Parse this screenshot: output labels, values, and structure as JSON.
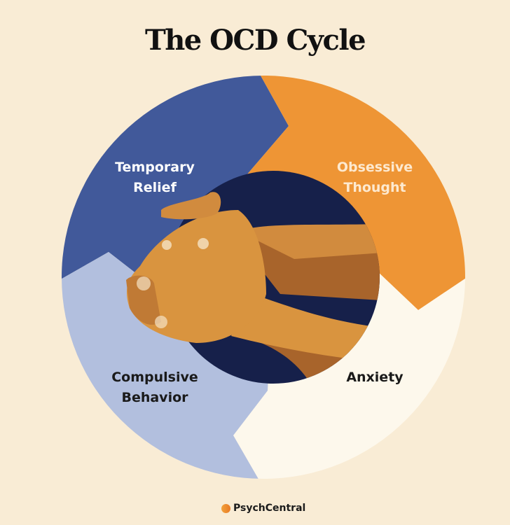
{
  "title": "The OCD Cycle",
  "stages": [
    {
      "label_line1": "Obsessive",
      "label_line2": "Thought",
      "color": "#ee9535"
    },
    {
      "label_line1": "Anxiety",
      "label_line2": "",
      "color": "#fdf8ec"
    },
    {
      "label_line1": "Compulsive",
      "label_line2": "Behavior",
      "color": "#b2bfde"
    },
    {
      "label_line1": "Temporary",
      "label_line2": "Relief",
      "color": "#41599a"
    }
  ],
  "center_color": "#16204a",
  "logo": {
    "text": "PsychCentral"
  }
}
